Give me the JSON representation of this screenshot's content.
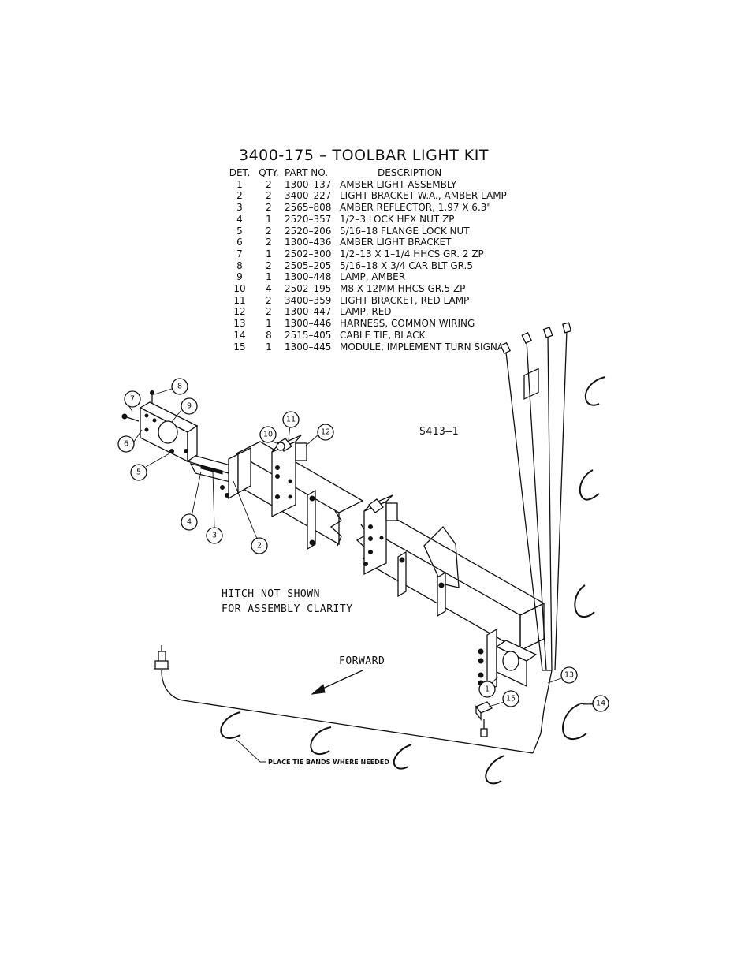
{
  "title": "3400-175 – TOOLBAR LIGHT KIT",
  "table": {
    "headers": {
      "det": "DET.",
      "qty": "QTY.",
      "part": "PART NO.",
      "desc": "DESCRIPTION"
    },
    "rows": [
      {
        "det": "1",
        "qty": "2",
        "part": "1300–137",
        "desc": "AMBER LIGHT ASSEMBLY"
      },
      {
        "det": "2",
        "qty": "2",
        "part": "3400–227",
        "desc": "LIGHT BRACKET W.A., AMBER LAMP"
      },
      {
        "det": "3",
        "qty": "2",
        "part": "2565–808",
        "desc": "AMBER REFLECTOR, 1.97 X 6.3\""
      },
      {
        "det": "4",
        "qty": "1",
        "part": "2520–357",
        "desc": "1/2–3 LOCK HEX NUT ZP"
      },
      {
        "det": "5",
        "qty": "2",
        "part": "2520–206",
        "desc": "5/16–18 FLANGE LOCK NUT"
      },
      {
        "det": "6",
        "qty": "2",
        "part": "1300–436",
        "desc": "AMBER LIGHT BRACKET"
      },
      {
        "det": "7",
        "qty": "1",
        "part": "2502–300",
        "desc": "1/2–13 X 1–1/4 HHCS GR. 2 ZP"
      },
      {
        "det": "8",
        "qty": "2",
        "part": "2505–205",
        "desc": "5/16–18 X 3/4 CAR BLT GR.5"
      },
      {
        "det": "9",
        "qty": "1",
        "part": "1300–448",
        "desc": "LAMP, AMBER"
      },
      {
        "det": "10",
        "qty": "4",
        "part": "2502–195",
        "desc": "M8 X 12MM HHCS GR.5 ZP"
      },
      {
        "det": "11",
        "qty": "2",
        "part": "3400–359",
        "desc": "LIGHT BRACKET, RED LAMP"
      },
      {
        "det": "12",
        "qty": "2",
        "part": "1300–447",
        "desc": "LAMP, RED"
      },
      {
        "det": "13",
        "qty": "1",
        "part": "1300–446",
        "desc": "HARNESS, COMMON WIRING"
      },
      {
        "det": "14",
        "qty": "8",
        "part": "2515–405",
        "desc": "CABLE TIE, BLACK"
      },
      {
        "det": "15",
        "qty": "1",
        "part": "1300–445",
        "desc": "MODULE, IMPLEMENT TURN SIGNAL"
      }
    ]
  },
  "drawing": {
    "id": "S413–1",
    "note_line1": "HITCH NOT SHOWN",
    "note_line2": "FOR ASSEMBLY CLARITY",
    "forward_label": "FORWARD",
    "tie_note": "PLACE TIE BANDS WHERE NEEDED",
    "callouts": [
      "1",
      "2",
      "3",
      "4",
      "5",
      "6",
      "7",
      "8",
      "9",
      "10",
      "11",
      "12",
      "13",
      "14",
      "15"
    ]
  }
}
